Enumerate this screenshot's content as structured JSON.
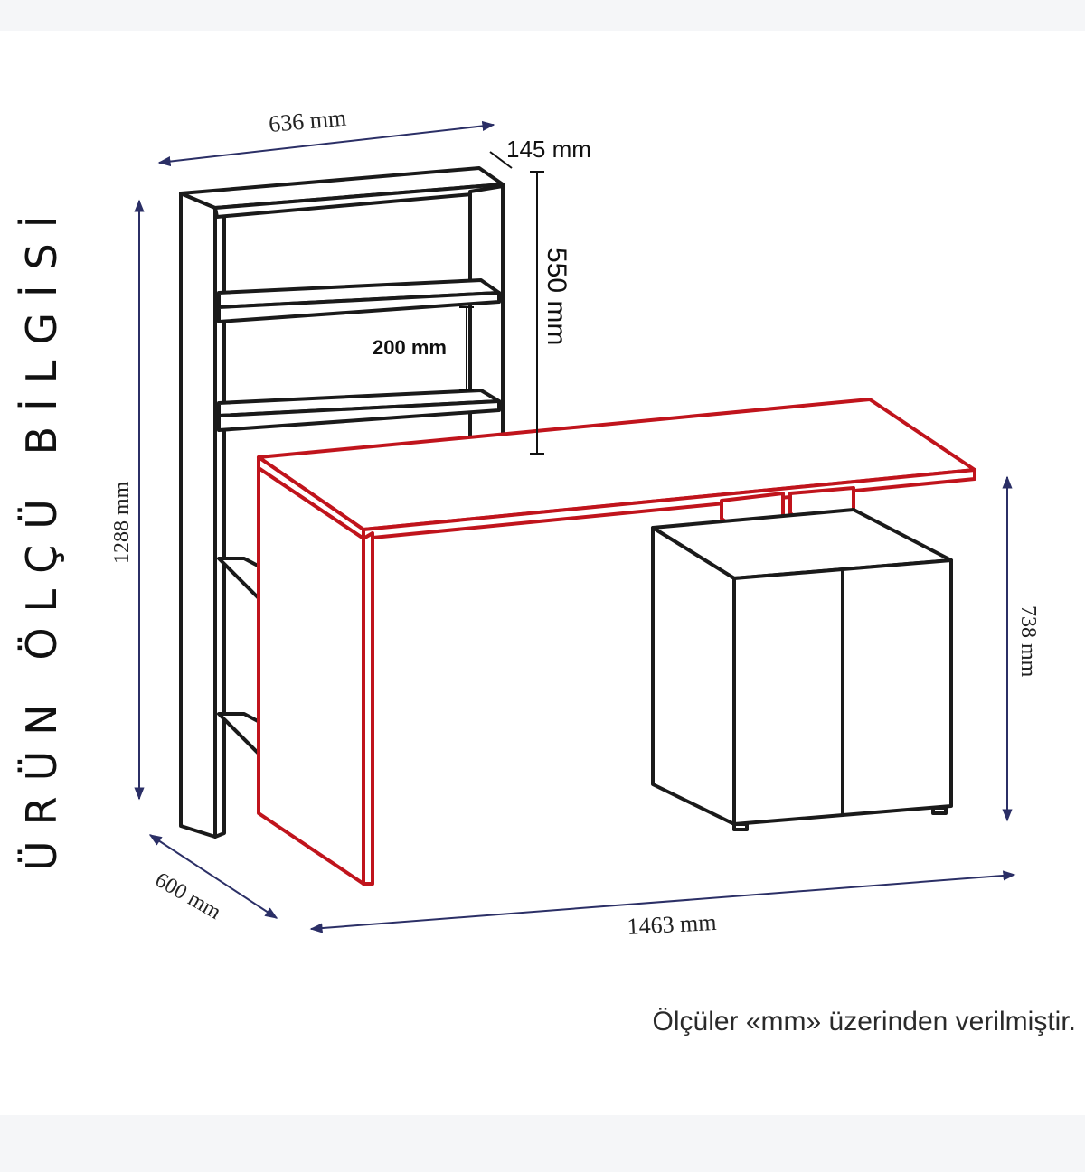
{
  "title": "ÜRÜN ÖLÇÜ BİLGİSİ",
  "dimensions": {
    "shelf_width": "636 mm",
    "shelf_depth": "145 mm",
    "shelf_height": "550 mm",
    "shelf_spacing": "200 mm",
    "total_height": "1288 mm",
    "desk_height": "738 mm",
    "depth": "600 mm",
    "total_width": "1463 mm"
  },
  "footnote": "Ölçüler «mm» üzerinden verilmiştir.",
  "colors": {
    "outline": "#1a1a1a",
    "desk_outline": "#c0141c",
    "dimension_line": "#2b2f66",
    "background": "#ffffff"
  }
}
